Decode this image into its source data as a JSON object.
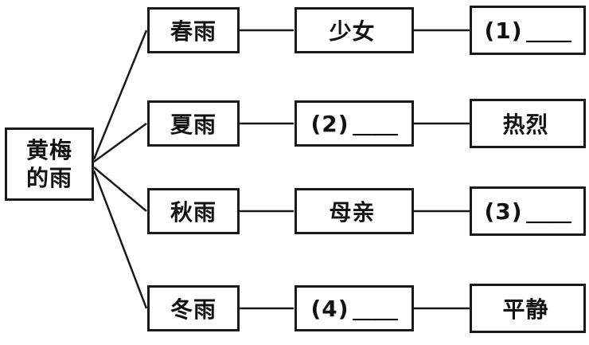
{
  "diagram": {
    "root": {
      "text": "黄梅\n的雨"
    },
    "rows": [
      {
        "season": "春雨",
        "middle": {
          "text": "少女",
          "blank": ""
        },
        "right": {
          "text": "(1)",
          "blank": "＿＿"
        }
      },
      {
        "season": "夏雨",
        "middle": {
          "text": "(2)",
          "blank": "＿＿"
        },
        "right": {
          "text": "热烈",
          "blank": ""
        }
      },
      {
        "season": "秋雨",
        "middle": {
          "text": "母亲",
          "blank": ""
        },
        "right": {
          "text": "(3)",
          "blank": "＿＿"
        }
      },
      {
        "season": "冬雨",
        "middle": {
          "text": "(4)",
          "blank": "＿＿"
        },
        "right": {
          "text": "平静",
          "blank": ""
        }
      }
    ],
    "colors": {
      "line": "#1a1a1a",
      "background": "#ffffff",
      "text": "#111111"
    }
  }
}
